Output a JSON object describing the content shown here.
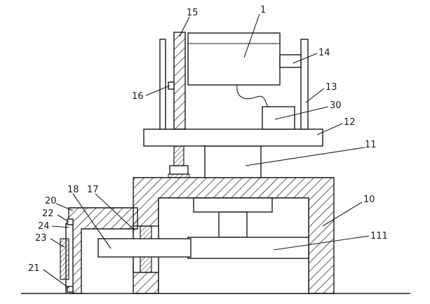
{
  "labels": {
    "l1": "1",
    "l15": "15",
    "l14": "14",
    "l16": "16",
    "l13": "13",
    "l30": "30",
    "l12": "12",
    "l11": "11",
    "l10": "10",
    "l111": "111",
    "l17": "17",
    "l18": "18",
    "l20": "20",
    "l22": "22",
    "l24": "24",
    "l23": "23",
    "l21": "21"
  }
}
